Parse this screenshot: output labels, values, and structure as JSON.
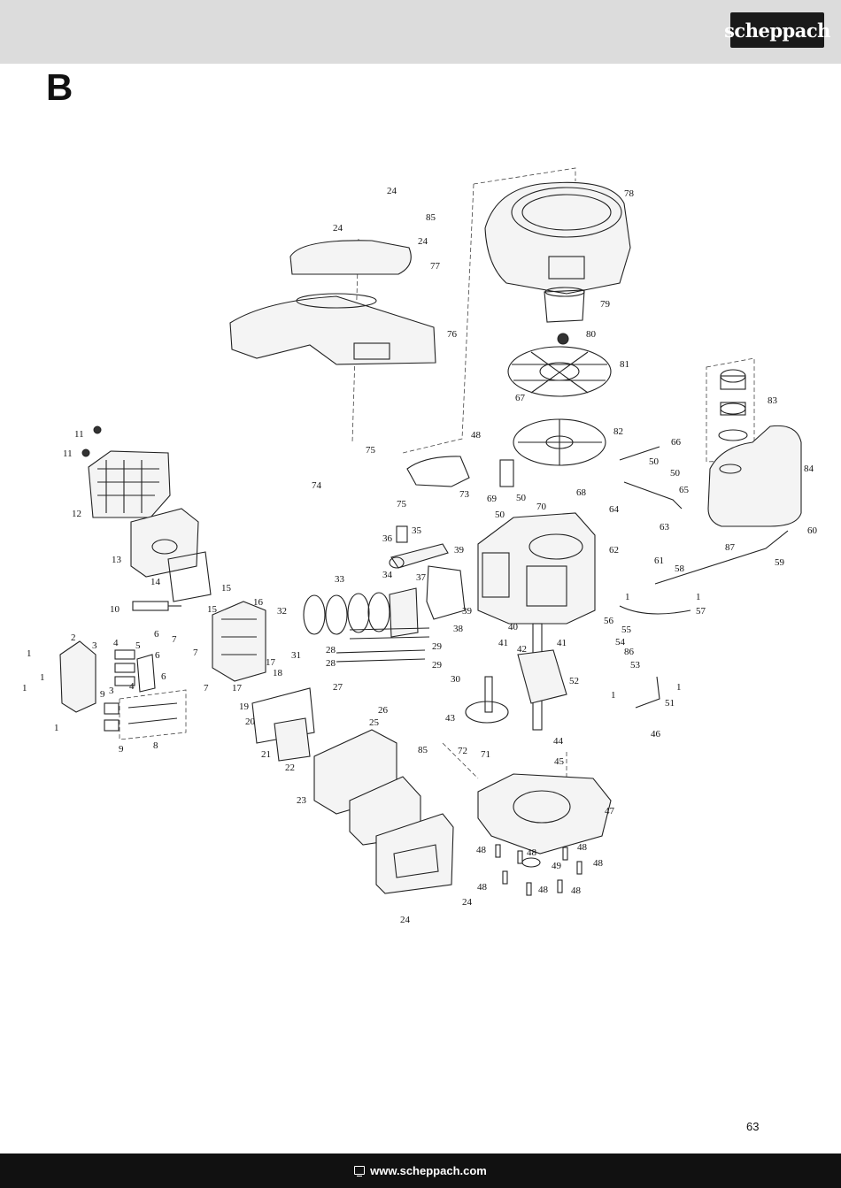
{
  "header": {
    "brand": "scheppach"
  },
  "section": {
    "letter": "B"
  },
  "diagram": {
    "callouts": [
      "24",
      "85",
      "24",
      "24",
      "78",
      "77",
      "76",
      "79",
      "80",
      "81",
      "67",
      "83",
      "82",
      "84",
      "11",
      "11",
      "75",
      "66",
      "50",
      "50",
      "65",
      "73",
      "69",
      "50",
      "68",
      "48",
      "74",
      "75",
      "64",
      "70",
      "63",
      "50",
      "60",
      "12",
      "36",
      "35",
      "87",
      "59",
      "62",
      "61",
      "58",
      "39",
      "33",
      "34",
      "37",
      "13",
      "14",
      "15",
      "16",
      "10",
      "15",
      "32",
      "31",
      "38",
      "39",
      "1",
      "1",
      "57",
      "6",
      "7",
      "4",
      "3",
      "2",
      "5",
      "7",
      "6",
      "28",
      "29",
      "40",
      "41",
      "42",
      "41",
      "56",
      "55",
      "54",
      "53",
      "1",
      "6",
      "17",
      "18",
      "7",
      "17",
      "28",
      "29",
      "86",
      "30",
      "52",
      "1",
      "1",
      "4",
      "9",
      "3",
      "9",
      "1",
      "27",
      "19",
      "1",
      "26",
      "8",
      "51",
      "43",
      "1",
      "20",
      "25",
      "85",
      "44",
      "46",
      "21",
      "72",
      "71",
      "22",
      "45",
      "23",
      "47",
      "48",
      "48",
      "49",
      "48",
      "48",
      "48",
      "48",
      "48",
      "24",
      "24"
    ]
  },
  "footer": {
    "page_number": "63",
    "url": "www.scheppach.com"
  }
}
